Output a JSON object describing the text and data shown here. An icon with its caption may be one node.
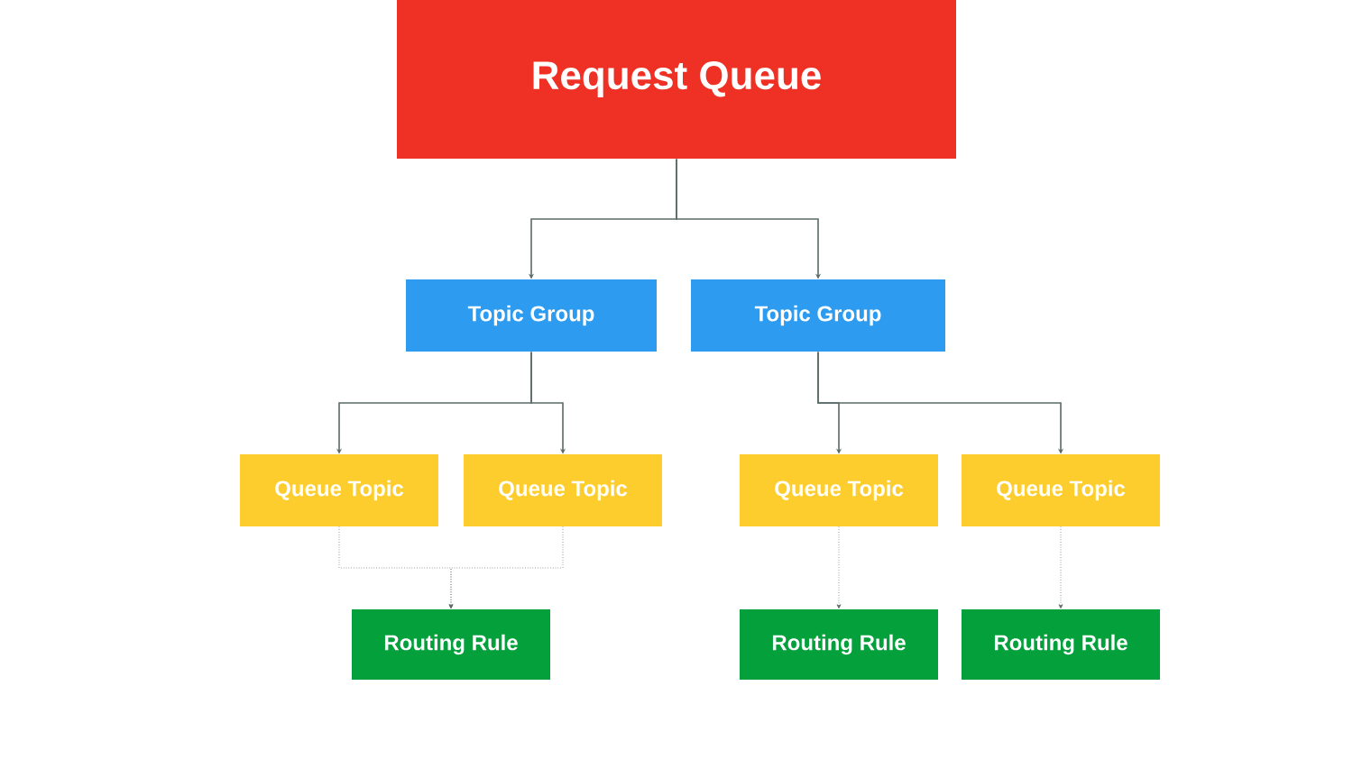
{
  "diagram": {
    "nodes": [
      {
        "text": [
          "Request Queue"
        ]
      },
      {
        "text": [
          "Topic Group"
        ]
      },
      {
        "text": [
          "Topic Group"
        ]
      },
      {
        "text": [
          "Queue Topic"
        ]
      },
      {
        "text": [
          "Queue Topic"
        ]
      },
      {
        "text": [
          "Queue Topic"
        ]
      },
      {
        "text": [
          "Queue Topic"
        ]
      },
      {
        "text": [
          "Routing Rule"
        ]
      },
      {
        "text": [
          "Routing Rule"
        ]
      },
      {
        "text": [
          "Routing Rule"
        ]
      }
    ],
    "edges": [
      {
        "from": 0,
        "to": 1,
        "arrow": "to"
      },
      {
        "from": 0,
        "to": 2,
        "arrow": "to"
      },
      {
        "from": 1,
        "to": 3,
        "arrow": "to"
      },
      {
        "from": 1,
        "to": 4,
        "arrow": "to"
      },
      {
        "from": 2,
        "to": 5,
        "arrow": "to"
      },
      {
        "from": 2,
        "to": 6,
        "arrow": "to"
      },
      {
        "from": 3,
        "to": 7,
        "arrow": "to",
        "style": "dashed"
      },
      {
        "from": 4,
        "to": 7,
        "arrow": "to",
        "style": "dashed"
      },
      {
        "from": 5,
        "to": 8,
        "arrow": "to",
        "style": "dashed"
      },
      {
        "from": 6,
        "to": 9,
        "arrow": "to",
        "style": "dashed"
      }
    ]
  }
}
